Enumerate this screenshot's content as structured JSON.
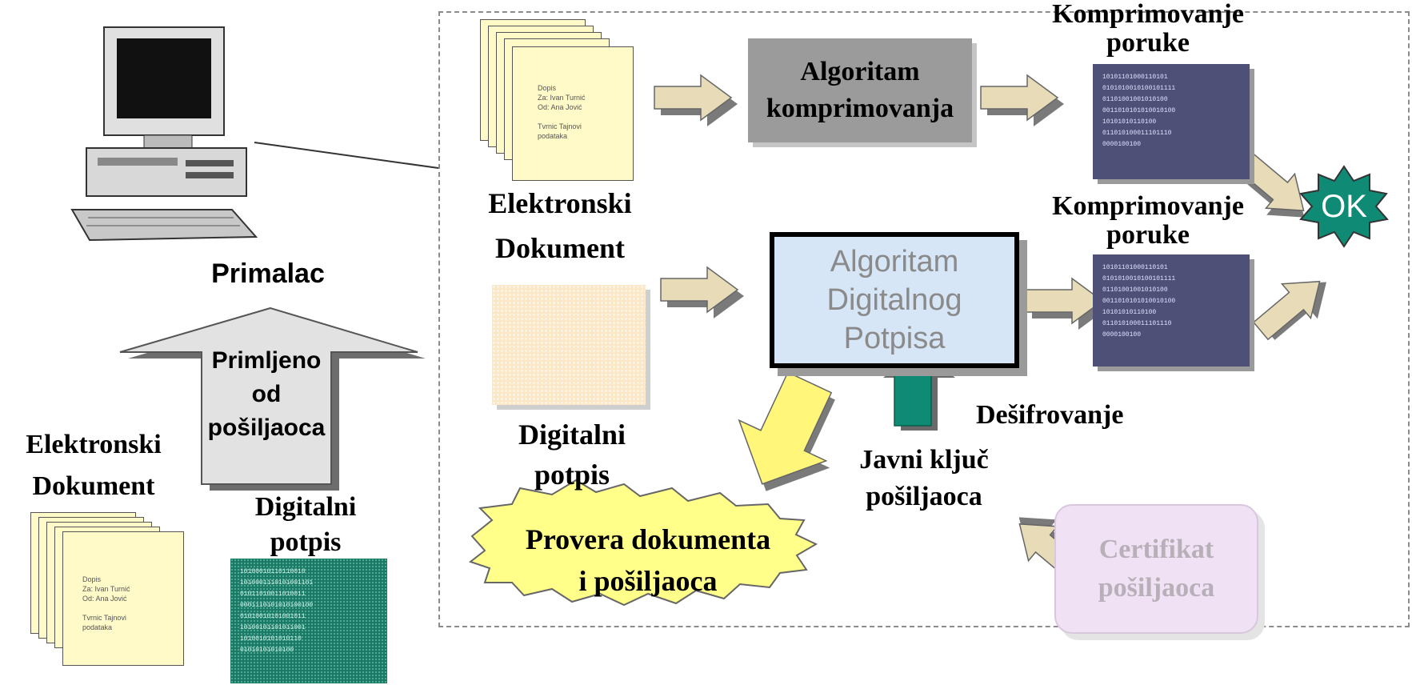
{
  "recipient": {
    "label": "Primalac",
    "arrow_text": "Primljeno\nod\npošiljaoca"
  },
  "left": {
    "doc_label": "Elektronski\nDokument",
    "sig_label": "Digitalni\npotpis",
    "doc_text": "Dopis\nZa: Ivan Turnić\nOd: Ana Jović\n\nTvrnic Tajnovi\npodataka",
    "sig_binary": "10100010110110010\n1010001110101001101\n01011010011010011\n0001110101010100100\n01010010101001011\n10100101101011001\n1010010101010110\n01010101010100"
  },
  "flow": {
    "doc_label": "Elektronski\nDokument",
    "doc_text": "Dopis\nZa: Ivan Turnić\nOd: Ana Jović\n\nTvrnic Tajnovi\npodataka",
    "algo_compress": "Algoritam\nkomprimovanja",
    "compress_label_1": "Komprimovanje\nporuke",
    "compress_label_2": "Komprimovanje\nporuke",
    "binary_1": "10101101000110101\n0101010010100101111\n01101001001010100\n0011010101010010100\n10101010110100\n011010100011101110\n0000100100",
    "binary_2": "10101101000110101\n0101010010100101111\n01101001001010100\n0011010101010010100\n10101010110100\n011010100011101110\n0000100100",
    "ok": "OK",
    "sig_label": "Digitalni\npotpis",
    "digital_algo": "Algoritam\nDigitalnog\nPotpisa",
    "decrypt": "Dešifrovanje",
    "public_key": "Javni ključ\npošiljaoca",
    "verify": "Provera dokumenta\ni pošiljaoca",
    "certificate": "Certifikat\npošiljaoca"
  },
  "colors": {
    "arrow_fill": "#e8dcb8",
    "arrow_shadow": "#8a8a8a",
    "yellow_arrow": "#fff67a",
    "teal": "#0f8a74",
    "verify_fill": "#ffff8a"
  }
}
